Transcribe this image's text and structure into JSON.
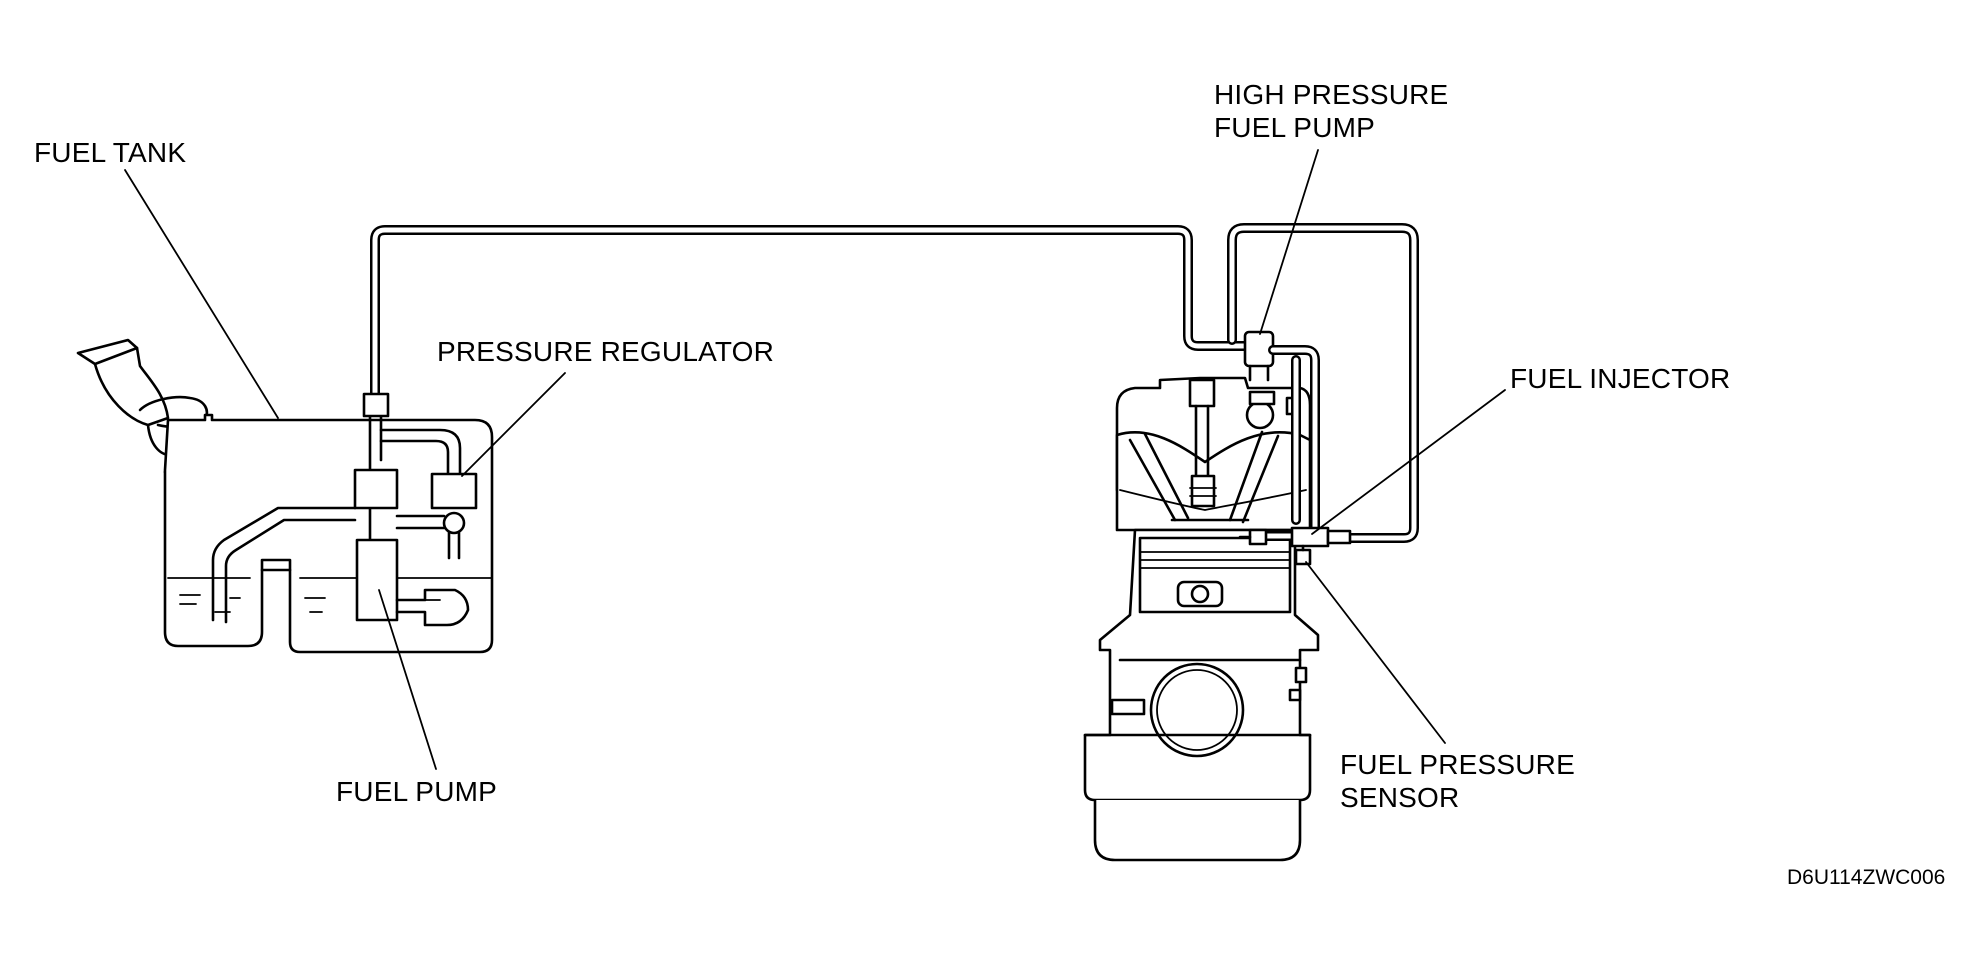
{
  "labels": {
    "fuel_tank": "FUEL TANK",
    "pressure_regulator": "PRESSURE REGULATOR",
    "fuel_pump": "FUEL PUMP",
    "high_pressure_fuel_pump": [
      "HIGH PRESSURE",
      "FUEL PUMP"
    ],
    "fuel_injector": "FUEL INJECTOR",
    "fuel_pressure_sensor": [
      "FUEL PRESSURE",
      "SENSOR"
    ]
  },
  "figure_code": "D6U114ZWC006"
}
